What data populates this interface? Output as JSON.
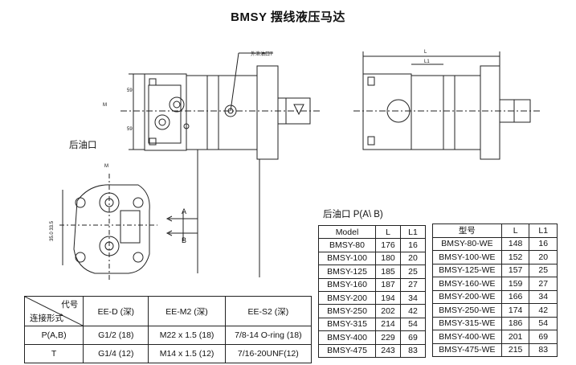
{
  "title": "BMSY    摆线液压马达",
  "labels": {
    "rear_port": "后油口",
    "rear_port_pab": "后油口  P(A\\ B)",
    "external_drain": "外泄油口T",
    "dim_L": "L",
    "dim_L1": "L1",
    "dim_59a": "59",
    "dim_59b": "59",
    "dim_M": "M",
    "dim_M2": "M",
    "port_A": "A",
    "port_B": "B",
    "vertical_dim": "35.0  33.5"
  },
  "table_models_left": {
    "headers": [
      "Model",
      "L",
      "L1"
    ],
    "rows": [
      [
        "BMSY-80",
        "176",
        "16"
      ],
      [
        "BMSY-100",
        "180",
        "20"
      ],
      [
        "BMSY-125",
        "185",
        "25"
      ],
      [
        "BMSY-160",
        "187",
        "27"
      ],
      [
        "BMSY-200",
        "194",
        "34"
      ],
      [
        "BMSY-250",
        "202",
        "42"
      ],
      [
        "BMSY-315",
        "214",
        "54"
      ],
      [
        "BMSY-400",
        "229",
        "69"
      ],
      [
        "BMSY-475",
        "243",
        "83"
      ]
    ]
  },
  "table_models_right": {
    "headers": [
      "型号",
      "L",
      "L1"
    ],
    "rows": [
      [
        "BMSY-80-WE",
        "148",
        "16"
      ],
      [
        "BMSY-100-WE",
        "152",
        "20"
      ],
      [
        "BMSY-125-WE",
        "157",
        "25"
      ],
      [
        "BMSY-160-WE",
        "159",
        "27"
      ],
      [
        "BMSY-200-WE",
        "166",
        "34"
      ],
      [
        "BMSY-250-WE",
        "174",
        "42"
      ],
      [
        "BMSY-315-WE",
        "186",
        "54"
      ],
      [
        "BMSY-400-WE",
        "201",
        "69"
      ],
      [
        "BMSY-475-WE",
        "215",
        "83"
      ]
    ]
  },
  "table_ports": {
    "corner_top": "代号",
    "corner_bottom": "连接形式",
    "headers": [
      "EE-D (深)",
      "EE-M2 (深)",
      "EE-S2 (深)"
    ],
    "rows": [
      [
        "P(A,B)",
        "G1/2  (18)",
        "M22 x 1.5  (18)",
        "7/8-14 O-ring (18)"
      ],
      [
        "T",
        "G1/4  (12)",
        "M14 x 1.5  (12)",
        "7/16-20UNF(12)"
      ]
    ]
  }
}
